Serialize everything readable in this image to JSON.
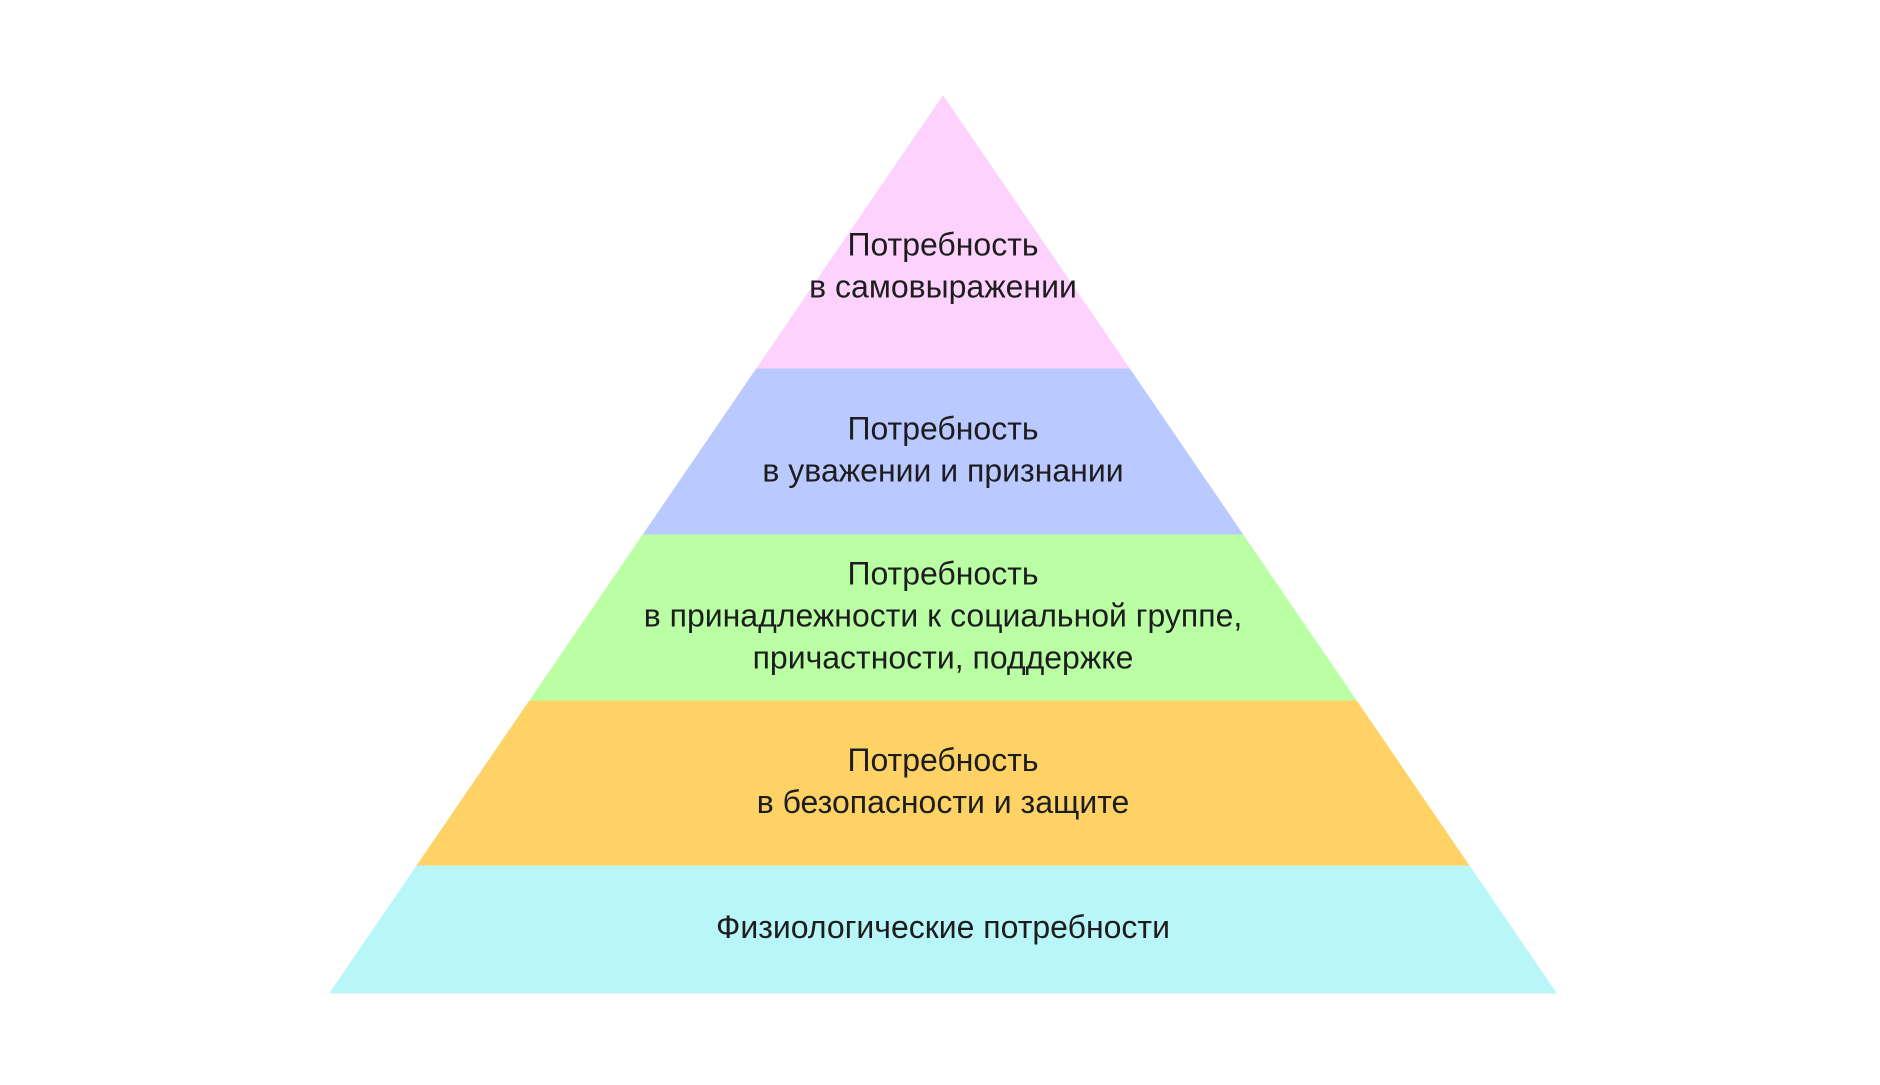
{
  "pyramid": {
    "tiers": [
      {
        "id": "self-actualization",
        "lines": [
          "Потребность",
          "в самовыражении"
        ],
        "color": "#FDD3FD"
      },
      {
        "id": "esteem",
        "lines": [
          "Потребность",
          "в уважении и признании"
        ],
        "color": "#BAC9FF"
      },
      {
        "id": "belonging",
        "lines": [
          "Потребность",
          "в принадлежности к социальной группе,",
          "причастности, поддержке"
        ],
        "color": "#BAFFA4"
      },
      {
        "id": "safety",
        "lines": [
          "Потребность",
          "в безопасности и защите"
        ],
        "color": "#FED265"
      },
      {
        "id": "physiological",
        "lines": [
          "Физиологические потребности"
        ],
        "color": "#B9F6F8"
      }
    ]
  }
}
